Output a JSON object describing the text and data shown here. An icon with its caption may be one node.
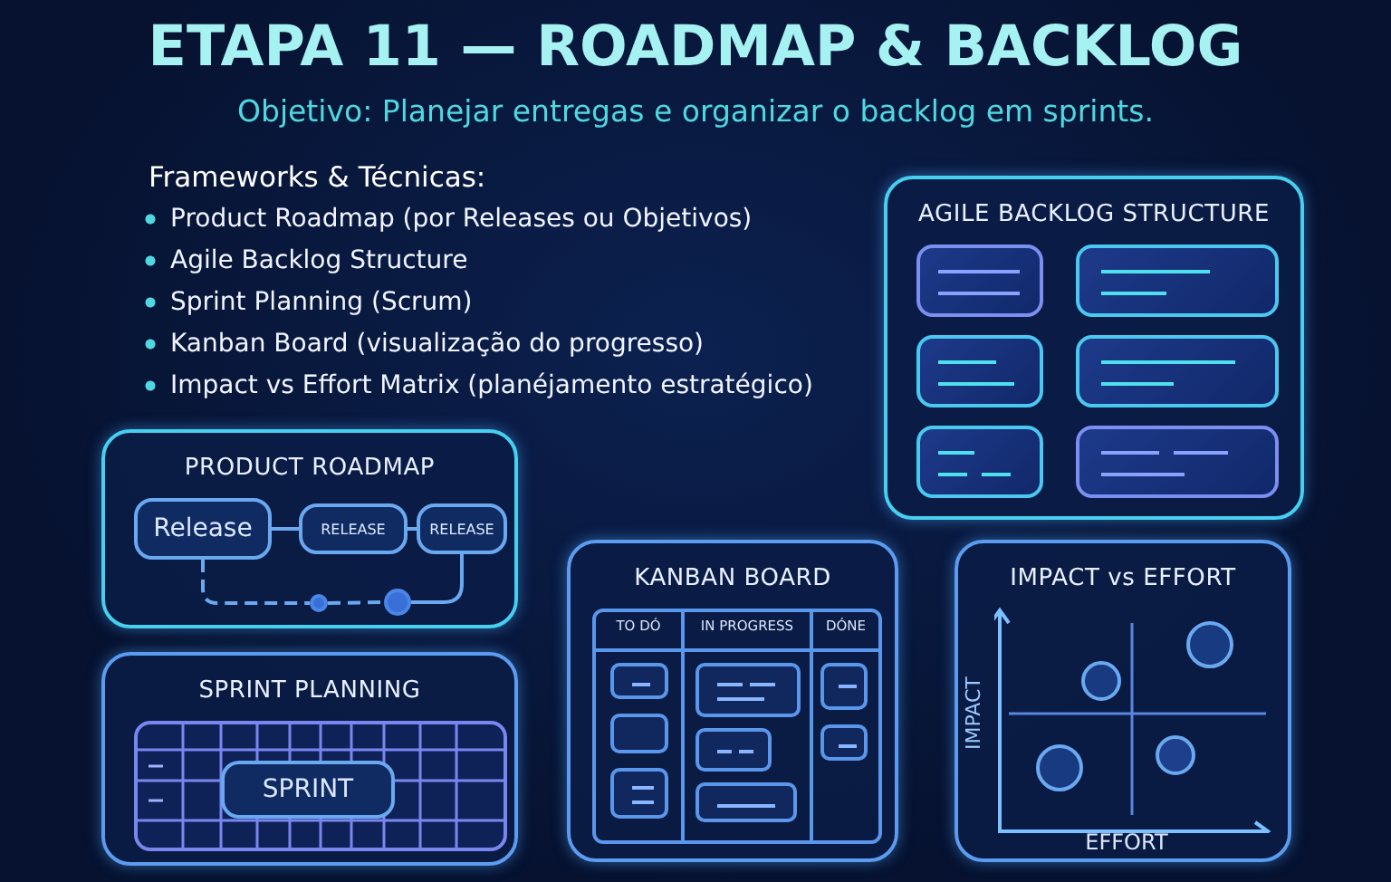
{
  "diagram": {
    "title": "ETAPA 11 — ROADMAP & BACKLOG",
    "nodes": [
      {
        "text": [
          "AGILE BACKLOG STRUCTURE"
        ]
      },
      {
        "text": [
          "PRODUCT ROADMAP"
        ]
      },
      {
        "text": [
          "Release"
        ],
        "in": 1
      },
      {
        "text": [
          "RELEASE"
        ],
        "in": 1
      },
      {
        "text": [
          "RELEASE"
        ],
        "in": 1
      },
      {
        "text": [],
        "shape": "circle",
        "in": 1
      },
      {
        "text": [],
        "shape": "circle",
        "in": 1
      },
      {
        "text": [
          "SPRINT PLANNING"
        ]
      },
      {
        "text": [
          "SPRINT"
        ],
        "in": 7
      },
      {
        "text": [
          "KANBAN BOARD"
        ]
      },
      {
        "text": [
          "IMPACT vs EFFORT"
        ]
      }
    ],
    "edges": [
      {
        "from": 2,
        "to": 3,
        "arrow": "none"
      },
      {
        "from": 3,
        "to": 4,
        "arrow": "none"
      },
      {
        "from": 2,
        "to": 5,
        "arrow": "none",
        "style": "dashed"
      },
      {
        "from": 5,
        "to": 6,
        "arrow": "none",
        "style": "dashed"
      },
      {
        "from": 6,
        "to": 4,
        "arrow": "none"
      }
    ],
    "labels": [
      "Objetivo: Planejar entregas e organizar o backlog em sprints.",
      "Frameworks & Técnicas:",
      "Product Roadmap (por Releases ou Objetivos)",
      "Agile Backlog Structure",
      "Sprint Planning (Scrum)",
      "Kanban Board (visualização do progresso)",
      "Impact vs Effort Matrix (planéjamento estratégico)",
      "TO DÓ",
      "IN PROGRESS",
      "DÓNE",
      "IMPACT",
      "EFFORT"
    ]
  }
}
